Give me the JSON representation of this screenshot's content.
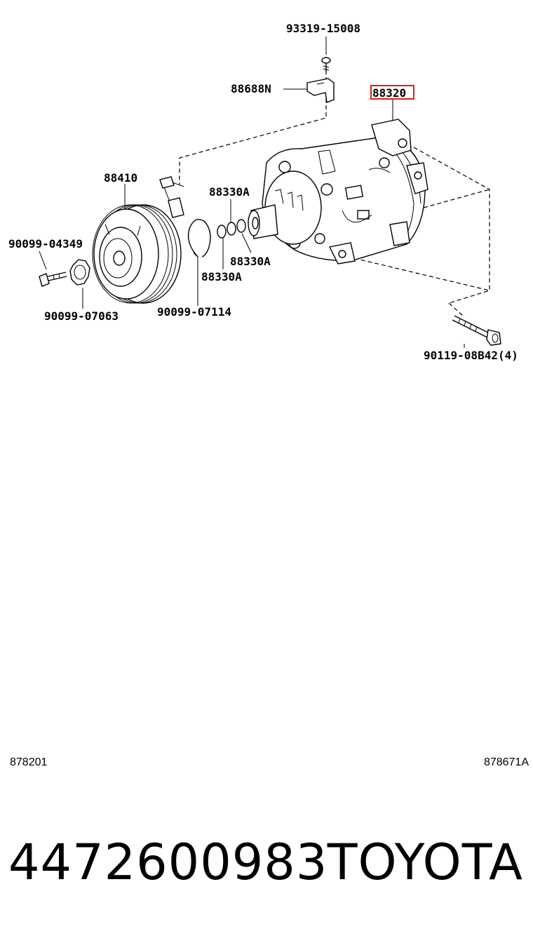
{
  "labels": {
    "screw_top": "93319-15008",
    "bracket": "88688N",
    "compressor": "88320",
    "clutch": "88410",
    "oring_top": "88330A",
    "oring_mid": "88330A",
    "oring_low": "88330A",
    "bolt_left": "90099-04349",
    "washer_left": "90099-07063",
    "snap_ring": "90099-07114",
    "mount_bolt": "90119-08B42(4)"
  },
  "footer": {
    "code_left": "878201",
    "code_right": "878671A",
    "part_number": "4472600983",
    "brand": "TOYOTA"
  },
  "colors": {
    "highlight": "#e02020"
  }
}
